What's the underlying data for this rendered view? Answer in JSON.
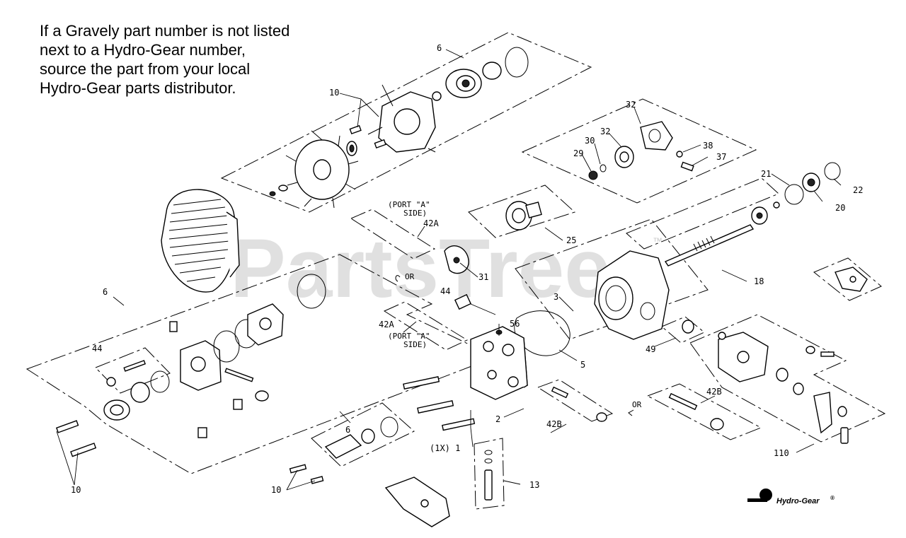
{
  "note": {
    "lines": [
      "If a Gravely part number is not listed",
      "next to a Hydro-Gear number,",
      "source the part from your local",
      "Hydro-Gear parts distributor."
    ]
  },
  "watermark": {
    "text": "PartsTree",
    "trademark": "™"
  },
  "callouts": {
    "c6_top": "6",
    "c10_top": "10",
    "c32_a": "32",
    "c32_b": "32",
    "c30": "30",
    "c29": "29",
    "c38": "38",
    "c37": "37",
    "c21": "21",
    "c22": "22",
    "c20": "20",
    "c25": "25",
    "c18": "18",
    "c31": "31",
    "c44_mid": "44",
    "c56": "56",
    "c5": "5",
    "c49": "49",
    "c6_left": "6",
    "c44_left": "44",
    "c6_bottom": "6",
    "c2": "2",
    "c1": "(1X) 1",
    "c13": "13",
    "c10_left": "10",
    "c10_bottom": "10",
    "c42A_top": "42A",
    "c42A_mid": "42A",
    "c42B_mid": "42B",
    "c42B_right": "42B",
    "c110": "110",
    "c3": "3"
  },
  "port_labels": {
    "top_line1": "(PORT \"A\"",
    "top_line2": "SIDE)",
    "mid_line1": "(PORT \"A\"",
    "mid_line2": "SIDE)",
    "or_top": "OR",
    "or_right": "OR"
  },
  "logo": {
    "text": "Hydro-Gear",
    "mark": "®"
  }
}
